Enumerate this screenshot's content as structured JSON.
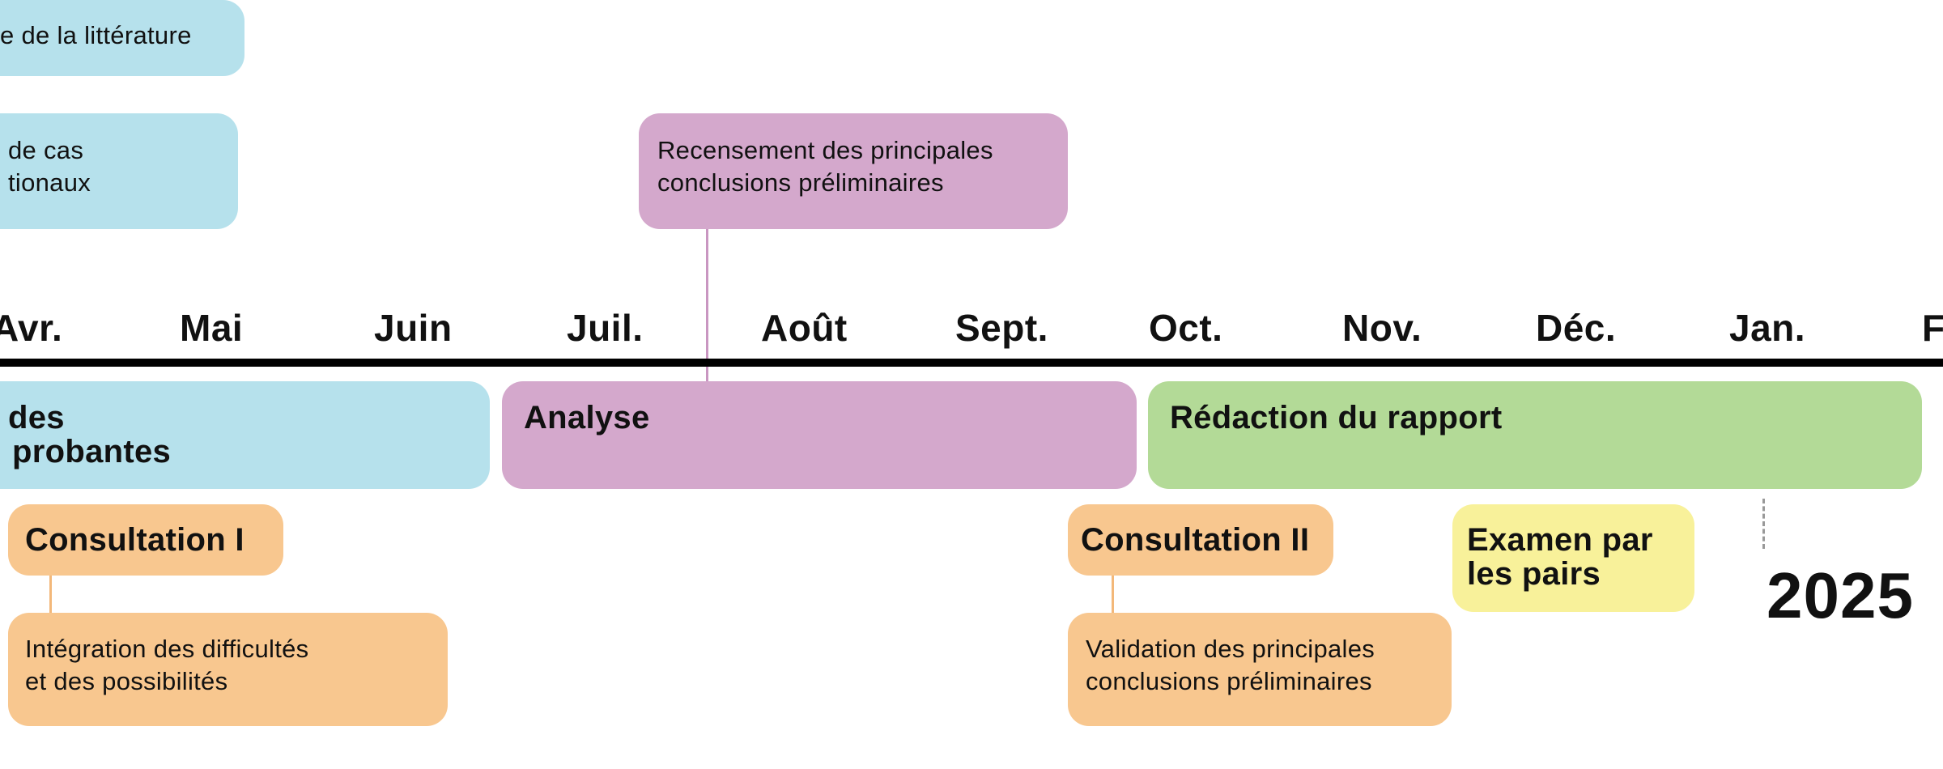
{
  "timeline": {
    "months": [
      "Avr.",
      "Mai",
      "Juin",
      "Juil.",
      "Août",
      "Sept.",
      "Oct.",
      "Nov.",
      "Déc.",
      "Jan.",
      "F"
    ],
    "year": "2025"
  },
  "top_tasks": {
    "literature": "e de la littérature",
    "cases": [
      "de cas",
      "tionaux"
    ],
    "recensement": [
      "Recensement des principales",
      "conclusions préliminaires"
    ]
  },
  "phases": {
    "evidence": [
      "des",
      "probantes"
    ],
    "analyse": "Analyse",
    "redaction": "Rédaction du rapport"
  },
  "consultations": {
    "consultation_1": "Consultation I",
    "integration": [
      "Intégration des difficultés",
      "et des possibilités"
    ],
    "consultation_2": "Consultation II",
    "validation": [
      "Validation des principales",
      "conclusions préliminaires"
    ],
    "examen": [
      "Examen par",
      "les pairs"
    ]
  },
  "colors": {
    "blue": "#b6e1ec",
    "purple": "#d4a8cc",
    "green": "#b3da97",
    "orange": "#f8c78f",
    "yellow": "#f8f19a"
  }
}
